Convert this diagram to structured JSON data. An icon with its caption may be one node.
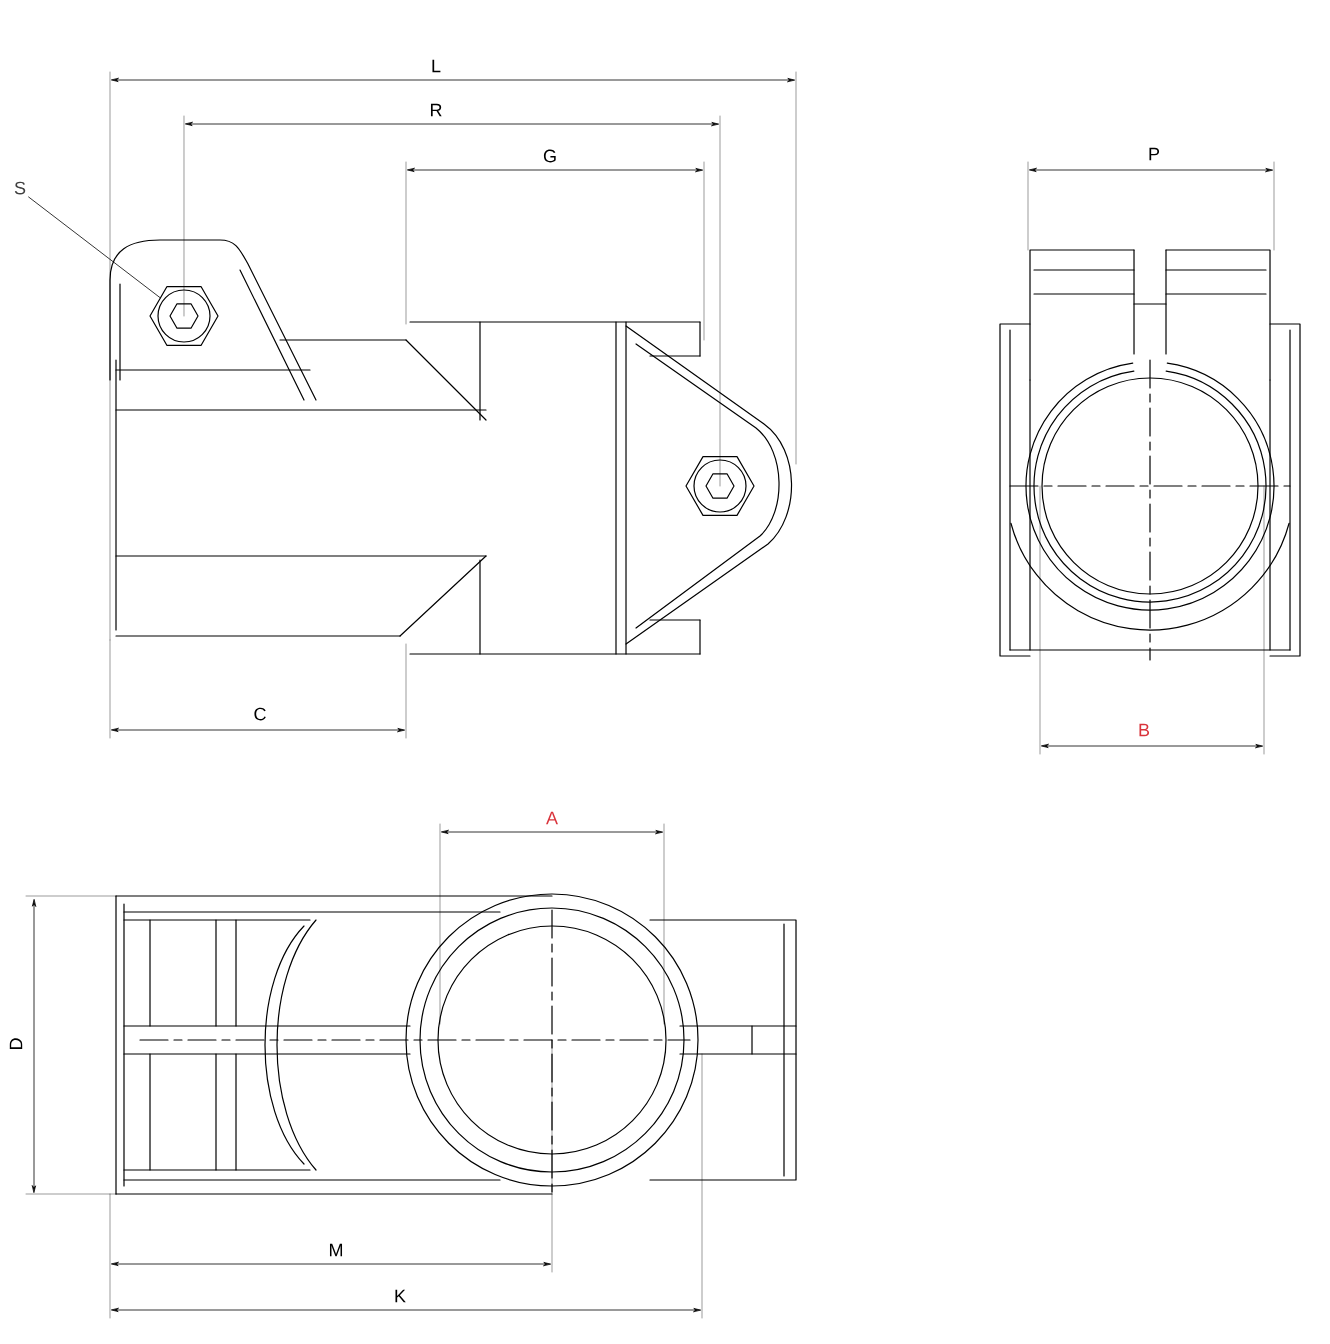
{
  "diagram": {
    "nodes": [
      {
        "text": [
          "S"
        ]
      },
      {
        "text": [],
        "shape": "hexagon"
      }
    ],
    "edges": [
      {
        "from": 0,
        "to": 1,
        "arrow": "none"
      }
    ],
    "labels": [
      "L",
      "R",
      "G",
      "P",
      "C",
      "B",
      "A",
      "D",
      "M",
      "K"
    ]
  }
}
